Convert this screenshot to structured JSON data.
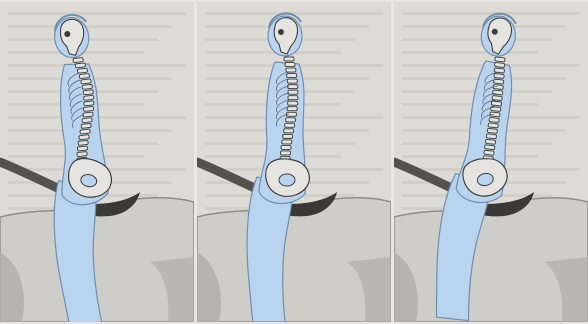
{
  "figure": {
    "panels": [
      {
        "posture": "hollow-back",
        "pelvis_tilt_deg": 18,
        "torso_lean_deg": -6
      },
      {
        "posture": "neutral",
        "pelvis_tilt_deg": 0,
        "torso_lean_deg": 0
      },
      {
        "posture": "round-back",
        "pelvis_tilt_deg": -18,
        "torso_lean_deg": 6
      }
    ],
    "colors": {
      "body_fill": "#b9d4ee",
      "body_stroke": "#6f8fb0",
      "bone_fill": "#e6e4df",
      "bone_stroke": "#3d3d3d",
      "saddle": "#3b3936",
      "horse": "#cfcdc8",
      "horse_shadow": "#b0aea8",
      "background_text": "#c8c5bf"
    }
  }
}
